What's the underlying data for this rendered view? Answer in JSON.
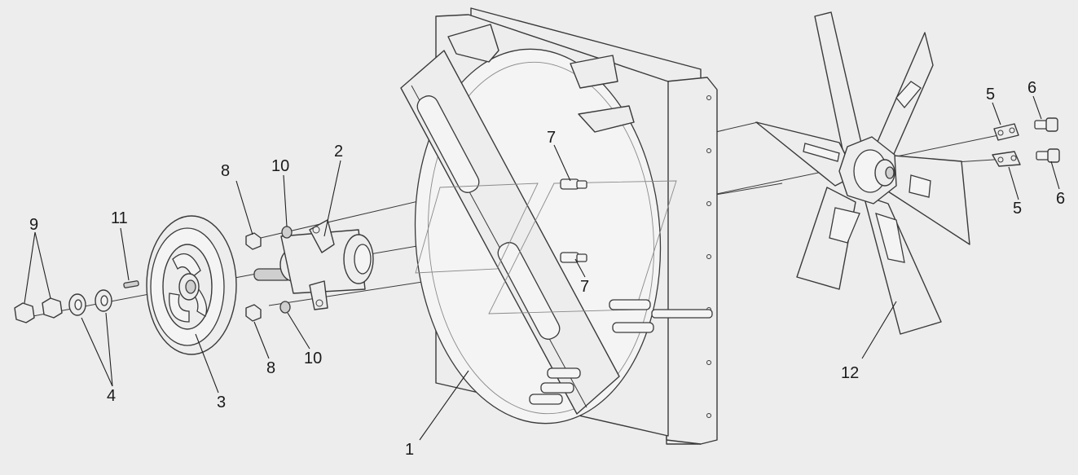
{
  "callouts": [
    {
      "id": "c1",
      "text": "1"
    },
    {
      "id": "c2",
      "text": "2"
    },
    {
      "id": "c3",
      "text": "3"
    },
    {
      "id": "c4",
      "text": "4"
    },
    {
      "id": "c5a",
      "text": "5"
    },
    {
      "id": "c5b",
      "text": "5"
    },
    {
      "id": "c6a",
      "text": "6"
    },
    {
      "id": "c6b",
      "text": "6"
    },
    {
      "id": "c7a",
      "text": "7"
    },
    {
      "id": "c7b",
      "text": "7"
    },
    {
      "id": "c8a",
      "text": "8"
    },
    {
      "id": "c8b",
      "text": "8"
    },
    {
      "id": "c9",
      "text": "9"
    },
    {
      "id": "c10a",
      "text": "10"
    },
    {
      "id": "c10b",
      "text": "10"
    },
    {
      "id": "c11",
      "text": "11"
    },
    {
      "id": "c12",
      "text": "12"
    }
  ]
}
